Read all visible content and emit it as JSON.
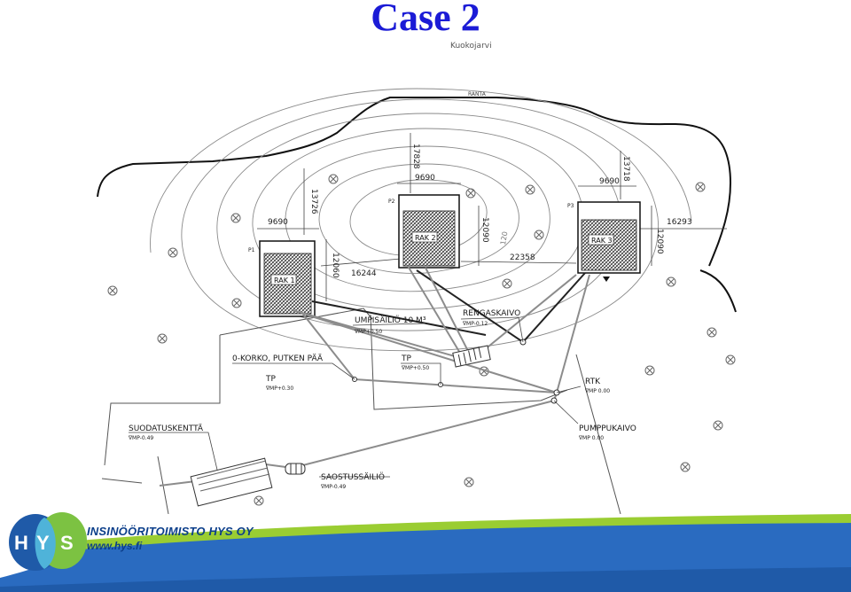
{
  "slide": {
    "title": "Case 2"
  },
  "site_plan": {
    "top_label": "Kuokojarvi",
    "shore_label": "RANTA",
    "buildings": [
      {
        "id": "RAK 1",
        "point": "P1",
        "width_dim": "9690",
        "depth_dim": "12060",
        "dist_dim": "13726"
      },
      {
        "id": "RAK 2",
        "point": "P2",
        "width_dim": "9690",
        "depth_dim": "12090",
        "dist_dim": "17828"
      },
      {
        "id": "RAK 3",
        "point": "P3",
        "width_dim": "9690",
        "depth_dim": "12090",
        "dist_dim": "13718"
      }
    ],
    "distances": {
      "rak1_rak2": "16244",
      "rak2_rak3": "22358",
      "rak3_edge": "16293"
    },
    "contour_label": "120",
    "labels": {
      "umpisailio": "UMPISÄILIÖ 10 M³",
      "umpisailio_level": "∇MP+0.50",
      "rengaskaivo": "RENGASKAIVO",
      "rengaskaivo_level": "∇MP-0.12",
      "zero_level": "0-KORKO, PUTKEN PÄÄ",
      "tp1": "TP",
      "tp1_level": "∇MP+0.30",
      "tp2": "TP",
      "tp2_level": "∇MP+0.50",
      "rtk": "RTK",
      "rtk_level": "∇MP 0.00",
      "pumppukaivo": "PUMPPUKAIVO",
      "pumppukaivo_level": "∇MP 0.00",
      "suodatuskentta": "SUODATUSKENTTÄ",
      "suodatuskentta_level": "∇MP-0.49",
      "saostussailio": "SAOSTUSSÄILIÖ",
      "saostussailio_level": "∇MP-0.49"
    }
  },
  "footer": {
    "company_name": "INSINÖÖRITOIMISTO HYS OY",
    "website": "www.hys.fi",
    "logo_letters": [
      "H",
      "Y",
      "S"
    ]
  }
}
